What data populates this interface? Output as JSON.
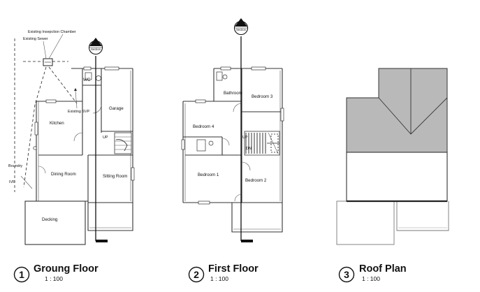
{
  "colors": {
    "roof_fill": "#b9b9b9",
    "line": "#222222",
    "background": "#ffffff"
  },
  "annotations": {
    "inspection_chamber": "Existing Insepction Chamber",
    "sewer": "Existing Sewer",
    "svp": "Existing SVP",
    "boundary": "Boundry",
    "ivp": "IVP",
    "section_marker": "Section",
    "section_number": "1"
  },
  "ground_floor": {
    "rooms": [
      "WC",
      "Garage",
      "Kitchen",
      "Dining Room",
      "Sitting Room",
      "Decking"
    ],
    "stair_label": "UP",
    "title_number": "1",
    "title": "Groung Floor",
    "scale": "1 : 100"
  },
  "first_floor": {
    "rooms": [
      "Bathroom",
      "Bedroom 3",
      "Bedroom 4",
      "Bedroom 1",
      "Bedroom 2"
    ],
    "stair_up": "UP",
    "stair_down": "DN",
    "title_number": "2",
    "title": "First Floor",
    "scale": "1 : 100"
  },
  "roof_plan": {
    "title_number": "3",
    "title": "Roof Plan",
    "scale": "1 : 100"
  }
}
